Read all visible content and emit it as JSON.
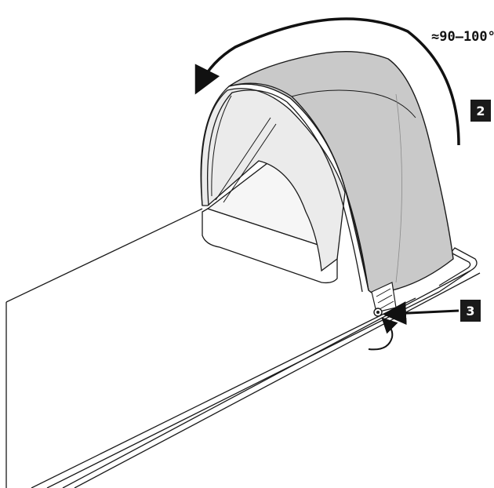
{
  "diagram": {
    "angle_label": "≈90–100°",
    "steps": [
      {
        "number": "2"
      },
      {
        "number": "3"
      }
    ],
    "colors": {
      "canopy_fill": "#c9c9c9",
      "canopy_inner": "#ebebeb",
      "line": "#1a1a1a",
      "badge": "#1a1a1a",
      "badge_text": "#ffffff",
      "background": "#ffffff"
    }
  }
}
